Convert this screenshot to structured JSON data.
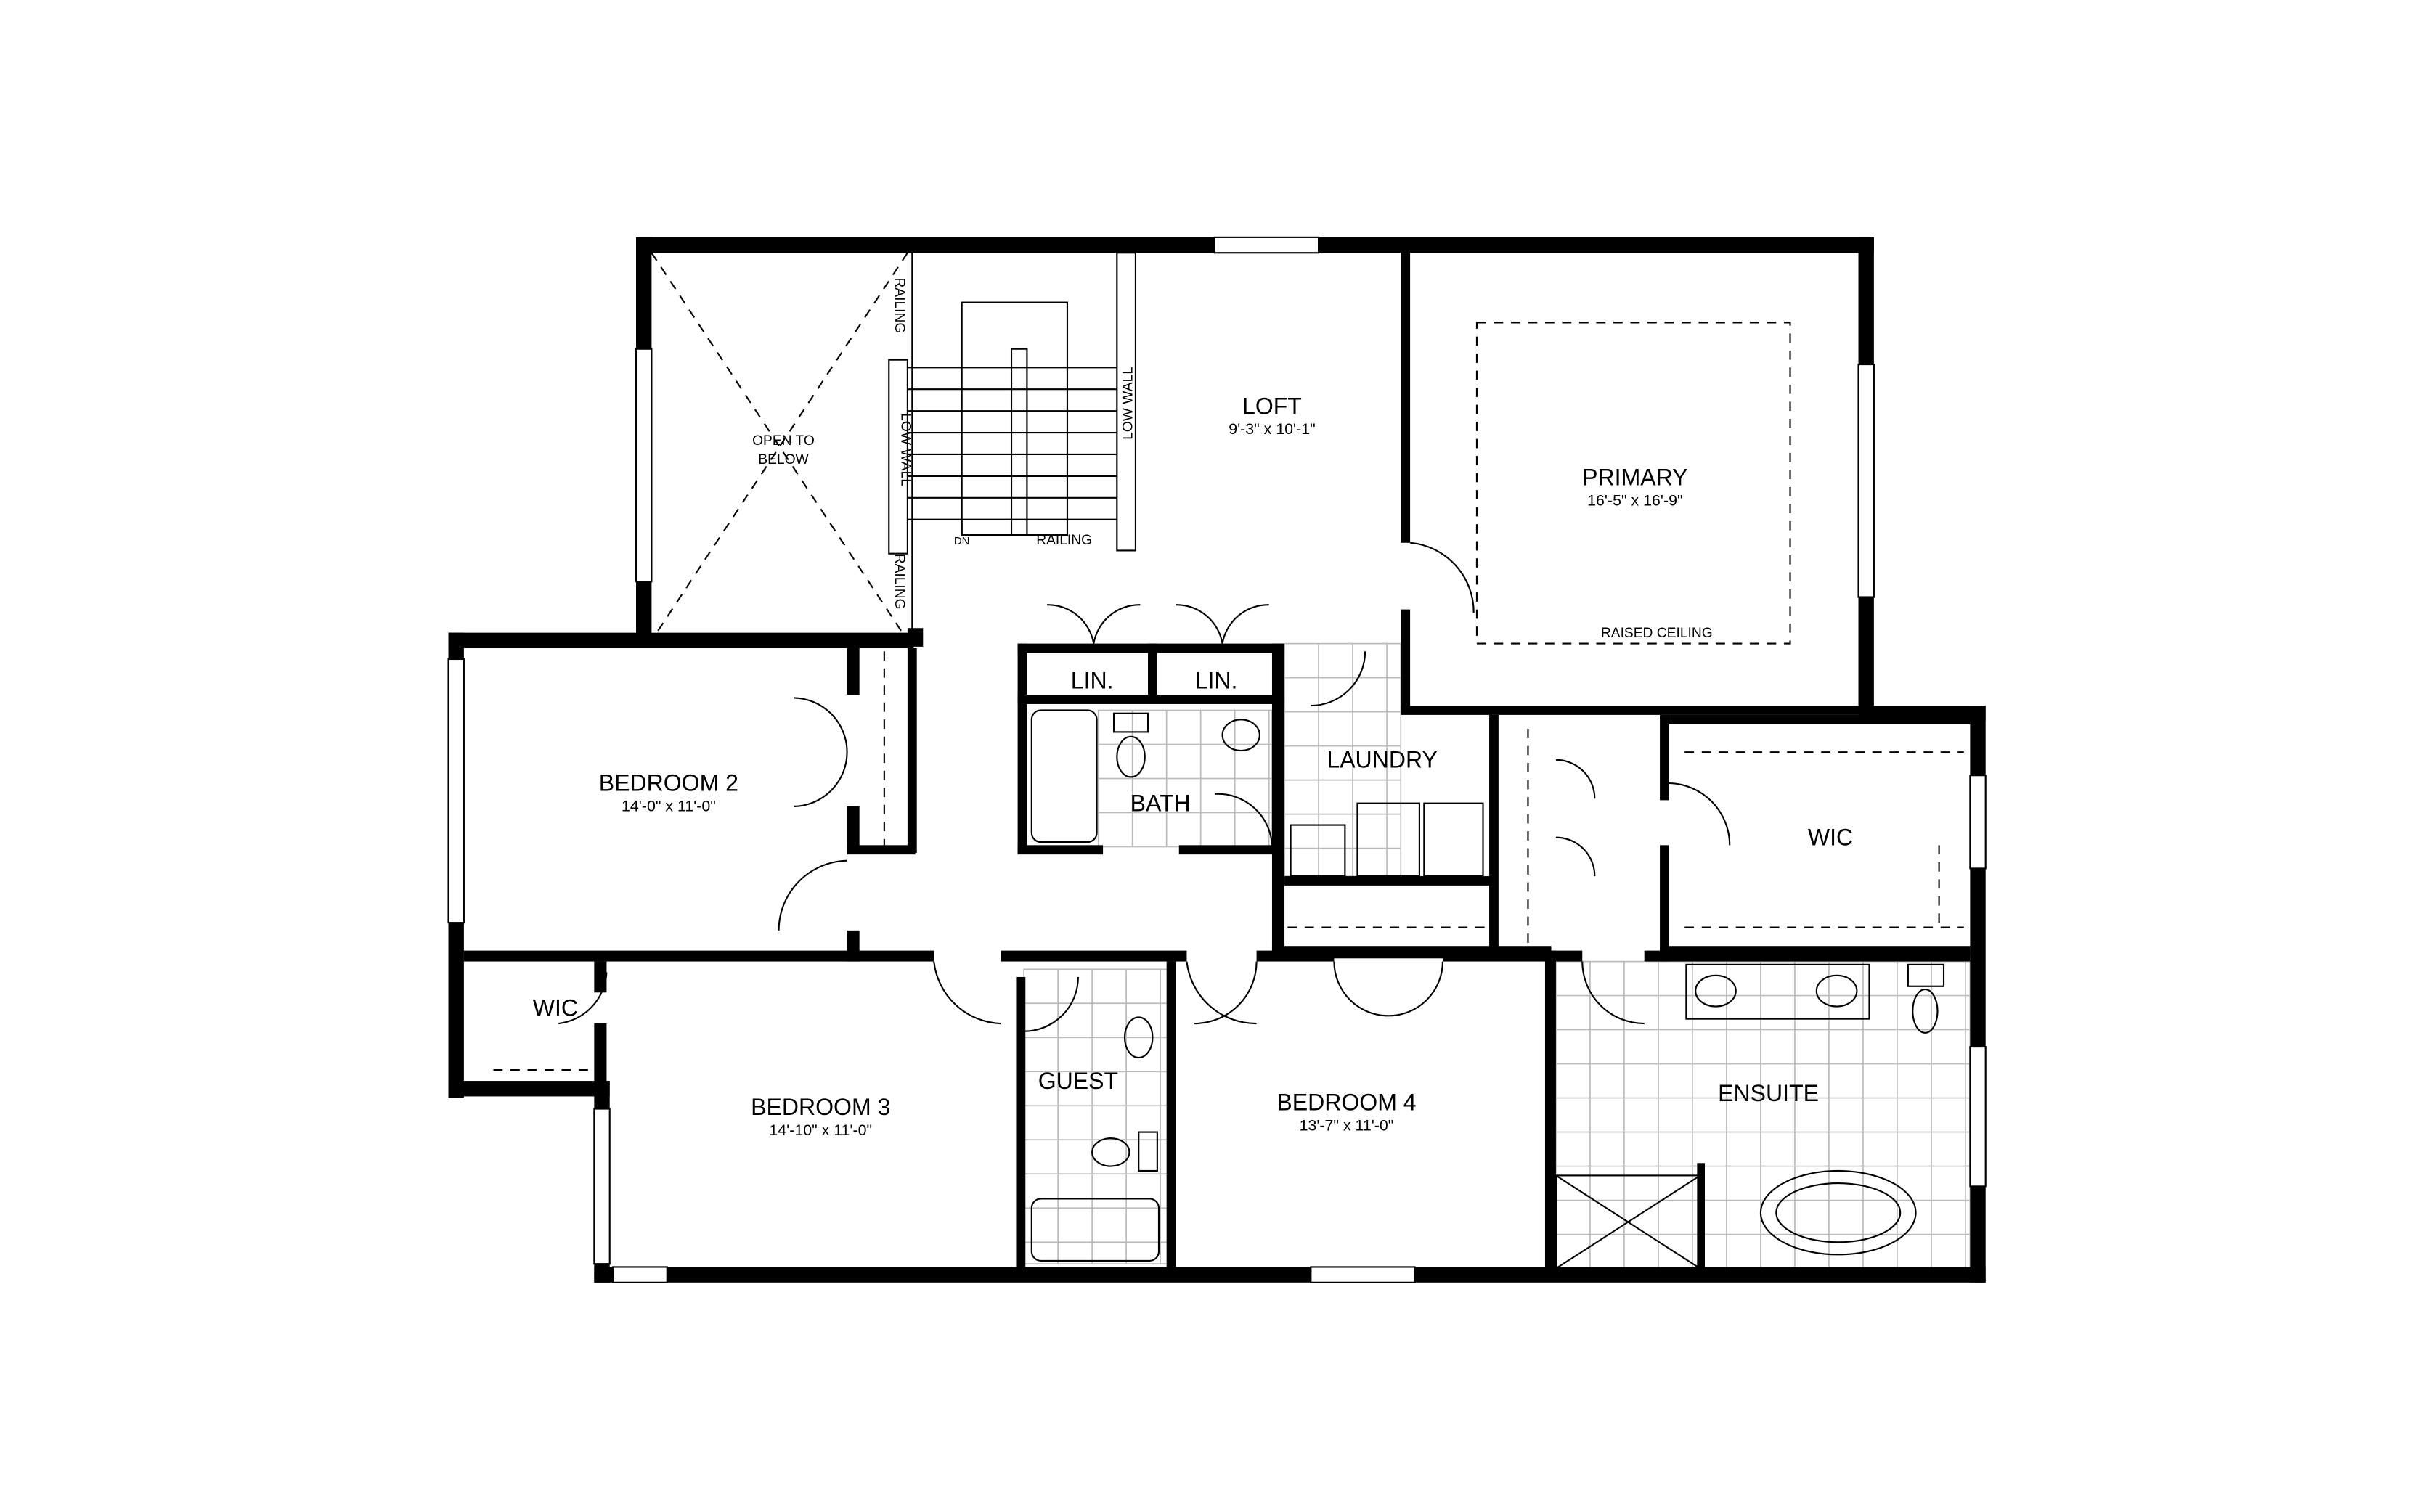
{
  "plan": {
    "rooms": {
      "loft": {
        "name": "LOFT",
        "dims": "9'-3\" x 10'-1\""
      },
      "primary": {
        "name": "PRIMARY",
        "dims": "16'-5\" x 16'-9\"",
        "note": "RAISED CEILING"
      },
      "bedroom2": {
        "name": "BEDROOM 2",
        "dims": "14'-0\" x 11'-0\""
      },
      "bedroom3": {
        "name": "BEDROOM 3",
        "dims": "14'-10\" x 11'-0\""
      },
      "bedroom4": {
        "name": "BEDROOM 4",
        "dims": "13'-7\" x 11'-0\""
      },
      "laundry": {
        "name": "LAUNDRY"
      },
      "bath": {
        "name": "BATH"
      },
      "guest": {
        "name": "GUEST"
      },
      "ensuite": {
        "name": "ENSUITE"
      },
      "wic_primary": {
        "name": "WIC"
      },
      "wic_bed3": {
        "name": "WIC"
      },
      "lin1": {
        "name": "LIN."
      },
      "lin2": {
        "name": "LIN."
      }
    },
    "annotations": {
      "open_to_below_1": "OPEN TO",
      "open_to_below_2": "BELOW",
      "railing_top": "RAILING",
      "railing_bottom": "RAILING",
      "railing_stair": "RAILING",
      "low_wall_left": "LOW WALL",
      "low_wall_right": "LOW WALL",
      "stair_down": "DN"
    }
  }
}
